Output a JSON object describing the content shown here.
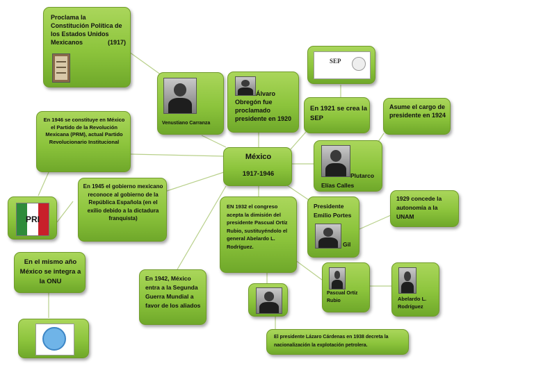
{
  "center": {
    "title": "México",
    "years": "1917-1946"
  },
  "constitution": {
    "lines": [
      "Proclama la",
      "Constitución Política de",
      "los Estados Unidos",
      "Mexicanos"
    ],
    "year": "(1917)"
  },
  "carranza": {
    "name": "Venustiano Carranza"
  },
  "obregon": {
    "text": "Álvaro Obregón fue proclamado presidente en 1920"
  },
  "sep_logo": {
    "text": "SEP"
  },
  "sep": {
    "text": "En 1921 se crea la SEP"
  },
  "sep_cargo": {
    "text": "Asume el cargo de presidente en 1924"
  },
  "calles": {
    "first": "Plutarco",
    "second": "Elías Calles"
  },
  "prm": {
    "text": "En 1946 se constituye en México el Partido de la Revolución Mexicana (PRM), actual Partido Revolucionario Institucional"
  },
  "pri_logo": {
    "text": "PRI"
  },
  "gob1945": {
    "text": "En 1945 el gobierno mexicano reconoce al gobierno de la República Española (en el exilio debido a la dictadura franquista)"
  },
  "onu": {
    "text": "En el mismo año México se integra a la ONU"
  },
  "guerra": {
    "text": "En 1942, México entra a la Segunda Guerra Mundial a favor de los aliados"
  },
  "congreso": {
    "text": "EN 1932 el congreso acepta la dimisión del presidente Pascual Ortíz Rubio, sustituyéndolo el general Abelardo L. Rodríguez."
  },
  "portes": {
    "first": "Presidente Emilio Portes",
    "last": "Gil"
  },
  "unam": {
    "text": "1929 concede la autonomía a la UNAM"
  },
  "ortiz": {
    "text": "Pascual Ortíz Rubio"
  },
  "abelardo": {
    "text": "Abelardo L. Rodríguez"
  },
  "cardenas": {
    "text": "El presidente Lázaro  Cárdenas en 1938 decreta la nacionalización  la explotación petrolera."
  },
  "colors": {
    "node": "#8cc43c",
    "border": "#6f9a2a",
    "line": "#b8d08a"
  }
}
